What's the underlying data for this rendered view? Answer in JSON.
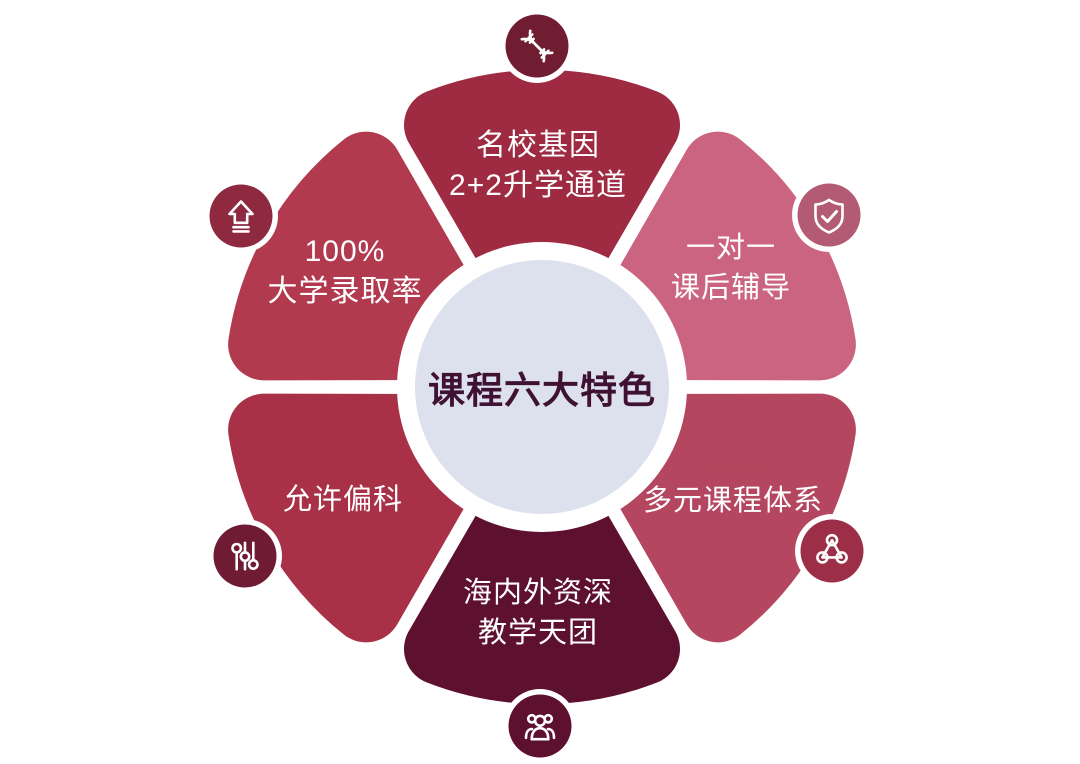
{
  "diagram_title": "课程六大特色",
  "center": {
    "label": "课程六大特色",
    "fill_color": "#DDE1EE",
    "ring_color": "#FFFFFF",
    "text_color": "#3F1233"
  },
  "label_color": "#FFFFFF",
  "petals": [
    {
      "id": "top",
      "lines": [
        "名校基因",
        "2+2升学通道"
      ],
      "color": "#9E2B41",
      "icon": "dna-icon",
      "icon_bg": "#701C31"
    },
    {
      "id": "top-right",
      "lines": [
        "一对一",
        "课后辅导"
      ],
      "color": "#CB6480",
      "icon": "shield-check-icon",
      "icon_bg": "#B35A74"
    },
    {
      "id": "bottom-right",
      "lines": [
        "多元课程体系"
      ],
      "color": "#B4465F",
      "icon": "network-nodes-icon",
      "icon_bg": "#9C2F47"
    },
    {
      "id": "bottom",
      "lines": [
        "海内外资深",
        "教学天团"
      ],
      "color": "#5E102F",
      "icon": "people-group-icon",
      "icon_bg": "#5E102F"
    },
    {
      "id": "bottom-left",
      "lines": [
        "允许偏科"
      ],
      "color": "#A93147",
      "icon": "sliders-icon",
      "icon_bg": "#6E1B33"
    },
    {
      "id": "top-left",
      "lines": [
        "100%",
        "大学录取率"
      ],
      "color": "#B23A4F",
      "icon": "arrow-up-icon",
      "icon_bg": "#8E2940"
    }
  ]
}
